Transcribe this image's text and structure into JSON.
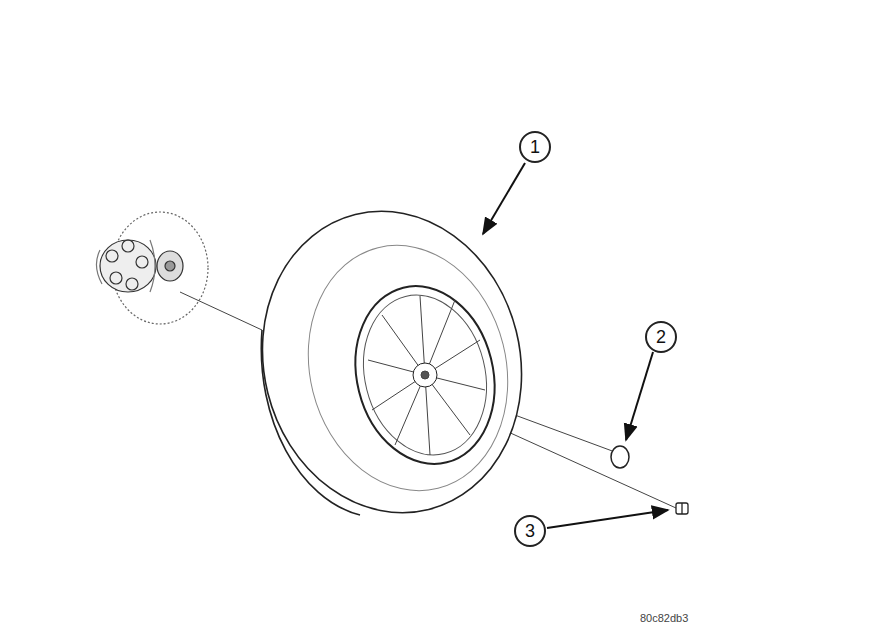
{
  "diagram": {
    "nodes": [
      {
        "text": [
          "1"
        ]
      },
      {
        "text": [
          "2"
        ]
      },
      {
        "text": [
          "3"
        ]
      }
    ],
    "labels": [
      "80c82db3"
    ]
  }
}
